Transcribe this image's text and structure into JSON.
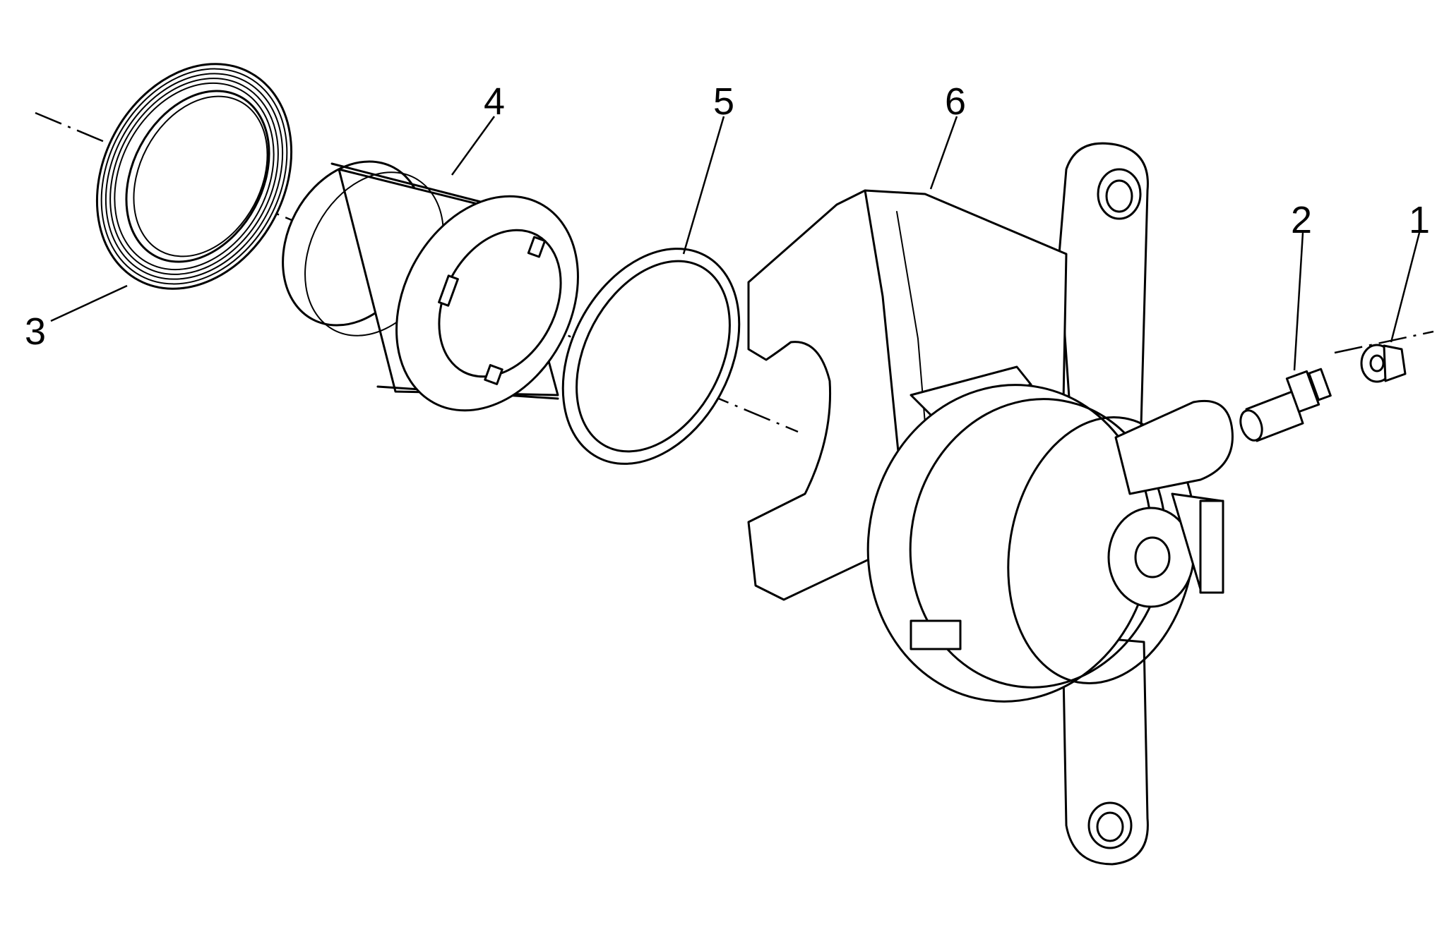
{
  "callouts": {
    "item_1": "1",
    "item_2": "2",
    "item_3": "3",
    "item_4": "4",
    "item_5": "5",
    "item_6": "6"
  },
  "colors": {
    "line": "#000000",
    "background": "#ffffff"
  }
}
